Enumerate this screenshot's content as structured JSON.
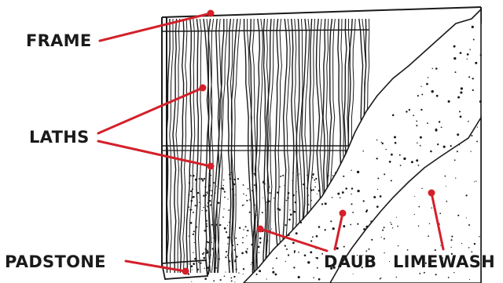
{
  "labels": {
    "frame": "FRAME",
    "laths": "LATHS",
    "padstone": "PADSTONE",
    "daub": "DAUB",
    "limewash": "LIMEWASH"
  },
  "colors": {
    "leader_line": "#d4202a",
    "ink": "#1a1a1a",
    "background": "#ffffff"
  }
}
